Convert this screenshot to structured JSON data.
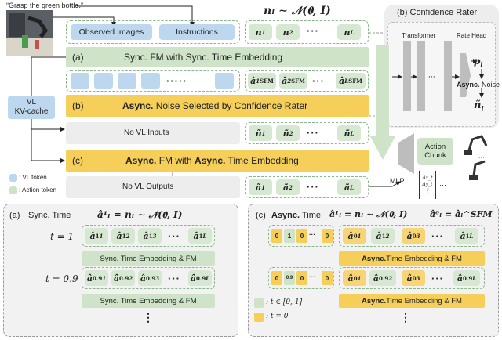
{
  "instruction_quote": "“Grasp the green bottle.”",
  "top": {
    "observed_images": "Observed Images",
    "instructions": "Instructions",
    "noise_formula": "𝒏ₗ ∼ 𝒩(𝟎, 𝑰)",
    "noise_tokens": [
      "n",
      "n",
      "n"
    ],
    "noise_subs": [
      "1",
      "2",
      "L"
    ]
  },
  "rows": {
    "a_label": "(a)",
    "a_title": "Sync. FM with Sync. Time Embedding",
    "sfm_tokens": [
      "â",
      "â",
      "â"
    ],
    "sfm_subs": [
      "1",
      "2",
      "L"
    ],
    "sfm_sup": "SFM",
    "b_label": "(b)",
    "b_title_bold": "Async.",
    "b_title_rest": " Noise Selected by Confidence Rater",
    "no_vl_inputs": "No VL Inputs",
    "tilde_n_subs": [
      "1",
      "2",
      "L"
    ],
    "c_label": "(c)",
    "c_title_bold1": "Async.",
    "c_title_mid": " FM with ",
    "c_title_bold2": "Async.",
    "c_title_end": " Time Embedding",
    "no_vl_outputs": "No VL Outputs",
    "tilde_a_subs": [
      "1",
      "2",
      "L"
    ]
  },
  "left": {
    "vl_kv_cache_line1": "VL",
    "vl_kv_cache_line2": "KV-cache",
    "legend_vl": ": VL token",
    "legend_action": ": Action token"
  },
  "rater": {
    "title": "(b) Confidence Rater",
    "transformer": "Transformer",
    "rate_head": "Rate Head",
    "p_label": "p",
    "p_sub": "l",
    "async_noise_bold": "Async.",
    "async_noise_rest": " Noise",
    "n_tilde": "ñ",
    "n_sub": "l"
  },
  "action": {
    "chunk_line1": "Action",
    "chunk_line2": "Chunk",
    "mlp": "MLP",
    "matrix": [
      "Δx_t",
      "Δy_t",
      "⋮"
    ],
    "ellipsis": "···",
    "robot_dots": "···"
  },
  "panel_a": {
    "label": "(a)",
    "title": "Sync. Time",
    "formula": "â¹ₗ = 𝒏ₗ ∼ 𝒩(𝟎, 𝑰)",
    "t1": "t = 1",
    "t09": "t = 0.9",
    "sup1": "1",
    "sup09": "0.9",
    "subs": [
      "1",
      "2",
      "3",
      "L"
    ],
    "embed_label": "Sync. Time Embedding & FM",
    "vdots": "⋮"
  },
  "panel_c": {
    "label": "(c)",
    "title_bold": "Async.",
    "title_rest": " Time",
    "formula1": "â¹ₗ = 𝒏ₗ ∼ 𝒩(𝟎, 𝑰)",
    "formula2": "â⁰ₗ = âₗ^SFM",
    "mask_row1": [
      "0",
      "1",
      "0",
      "0"
    ],
    "mask_row2": [
      "0",
      "0.9",
      "0",
      "0"
    ],
    "row1_sups": [
      "0",
      "1",
      "0",
      "1"
    ],
    "row2_sups": [
      "0",
      "0.9",
      "0",
      "0.9"
    ],
    "subs": [
      "1",
      "2",
      "3",
      "L"
    ],
    "embed_bold": "Async.",
    "embed_rest": " Time Embedding & FM",
    "legend1": ": t ∈ [0, 1]",
    "legend2": ": t = 0",
    "vdots": "⋮"
  },
  "colors": {
    "green_bar": "#cfe3c8",
    "yellow_bar": "#f5cf5a",
    "blue_token": "#bcd7ee",
    "gray_panel": "#ededed"
  }
}
